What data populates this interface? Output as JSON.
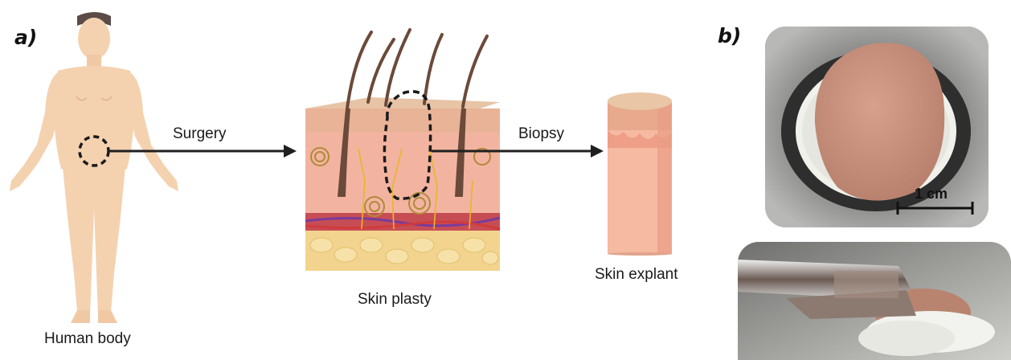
{
  "panels": {
    "a": "a)",
    "b": "b)"
  },
  "labels": {
    "human_body": "Human body",
    "surgery": "Surgery",
    "skin_plasty": "Skin plasty",
    "biopsy": "Biopsy",
    "skin_explant": "Skin explant",
    "scale_bar": "1 cm"
  },
  "colors": {
    "skin_tone": "#f4d2b0",
    "hair": "#6b4a3a",
    "explant_top": "#e8b89a",
    "explant_body": "#f6b9a2",
    "arrow": "#1f1f1f"
  },
  "icons": {
    "human_body": "human-silhouette-icon",
    "skin_block": "skin-cross-section-icon",
    "explant": "skin-explant-cylinder-icon"
  }
}
